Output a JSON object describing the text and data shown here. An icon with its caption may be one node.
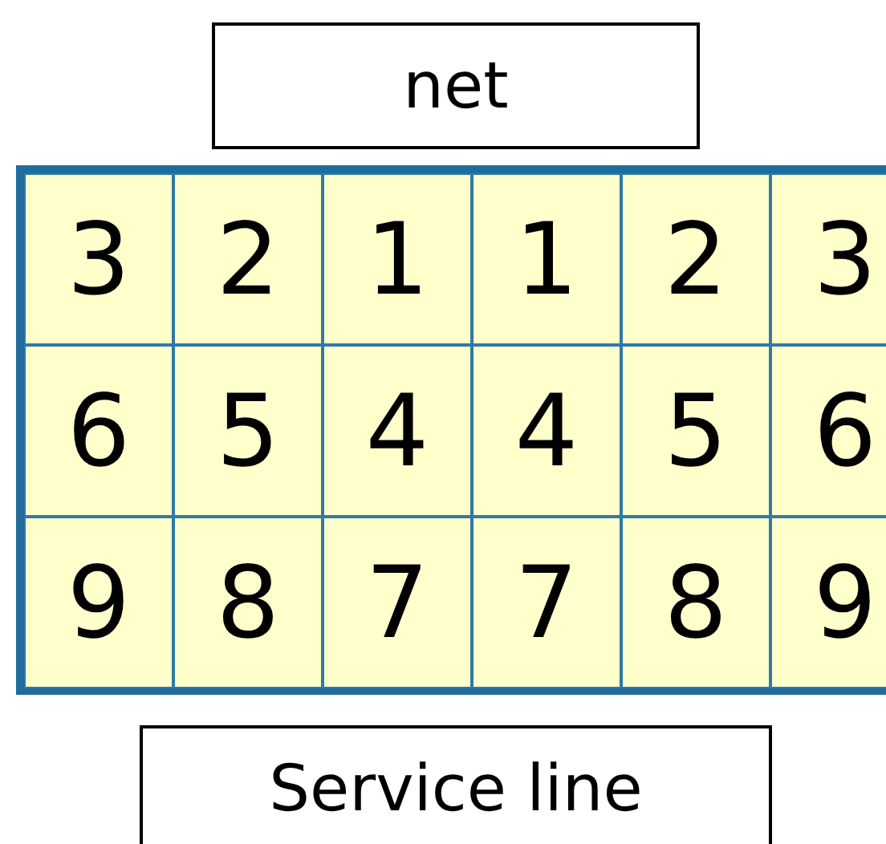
{
  "diagram": {
    "nodes": [
      {
        "text": [
          "net"
        ]
      },
      {
        "text": [
          "Service line"
        ]
      }
    ],
    "labels": [
      "3",
      "2",
      "1",
      "1",
      "2",
      "3",
      "6",
      "5",
      "4",
      "4",
      "5",
      "6",
      "9",
      "8",
      "7",
      "7",
      "8",
      "9"
    ]
  }
}
